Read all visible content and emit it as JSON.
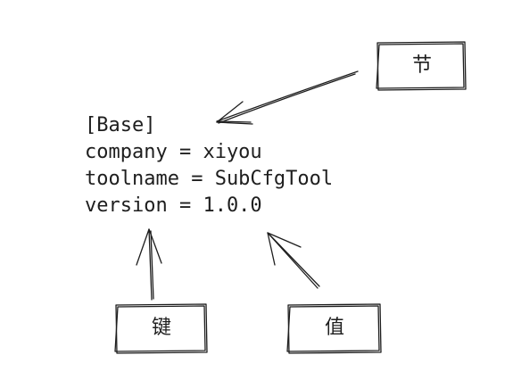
{
  "code": {
    "lines": [
      "[Base]",
      "company = xiyou",
      "toolname = SubCfgTool",
      "version = 1.0.0"
    ]
  },
  "annotations": {
    "section_label": "节",
    "key_label": "键",
    "value_label": "值"
  }
}
